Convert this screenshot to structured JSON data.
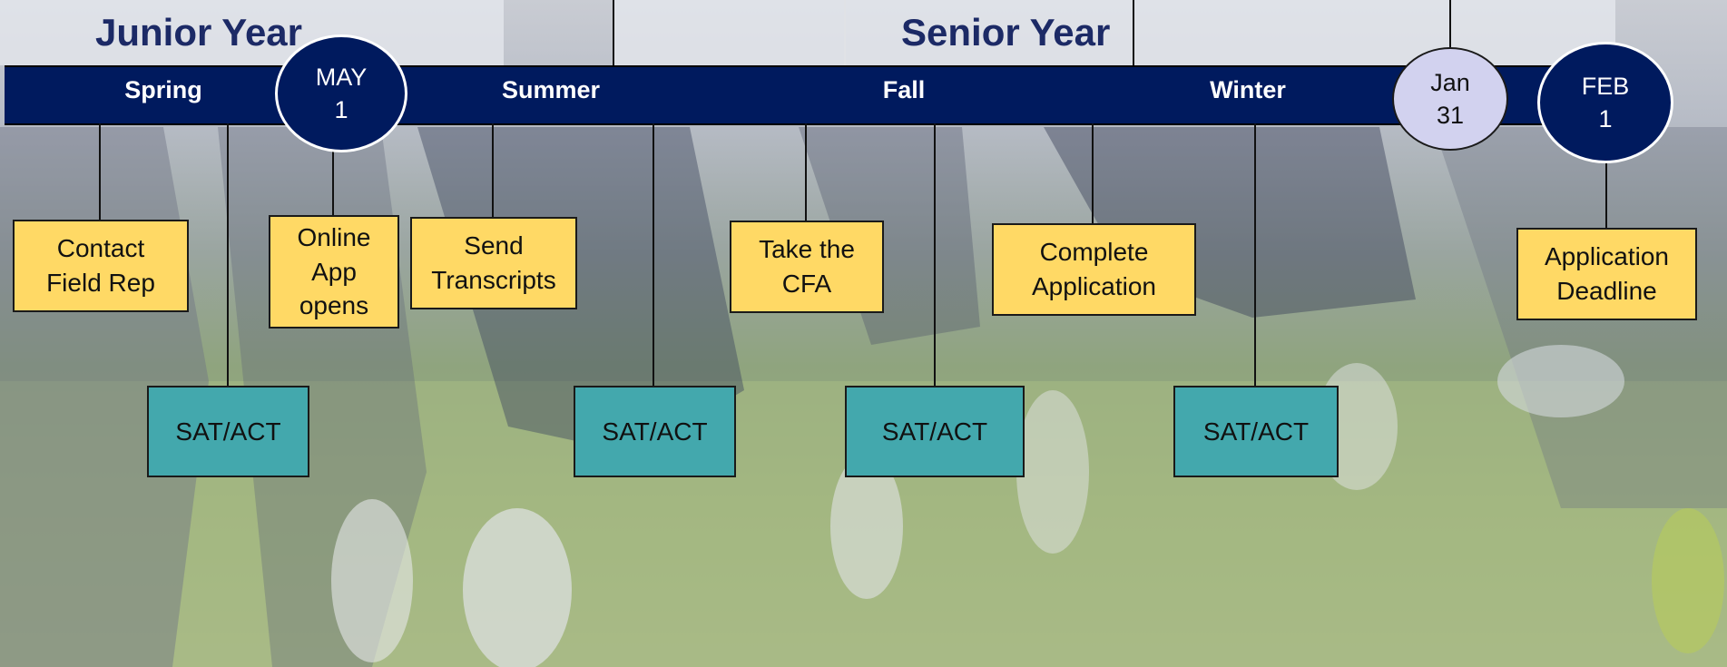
{
  "years": {
    "junior": "Junior Year",
    "senior": "Senior Year"
  },
  "seasons": {
    "spring": "Spring",
    "summer": "Summer",
    "fall": "Fall",
    "winter": "Winter"
  },
  "dates": {
    "may": "MAY\n1",
    "jan": "Jan\n31",
    "feb": "FEB\n1"
  },
  "tasks": {
    "contact_field_rep": "Contact\nField Rep",
    "online_app": "Online\nApp\nopens",
    "send_transcripts": "Send\nTranscripts",
    "take_cfa": "Take the\nCFA",
    "complete_application": "Complete\nApplication",
    "application_deadline": "Application\nDeadline"
  },
  "tests": {
    "sat_act_1": "SAT/ACT",
    "sat_act_2": "SAT/ACT",
    "sat_act_3": "SAT/ACT",
    "sat_act_4": "SAT/ACT"
  },
  "colors": {
    "bar": "#001a5e",
    "task_box": "#ffd965",
    "test_box": "#43a8ad",
    "jan_circle": "#d2d2ef"
  }
}
